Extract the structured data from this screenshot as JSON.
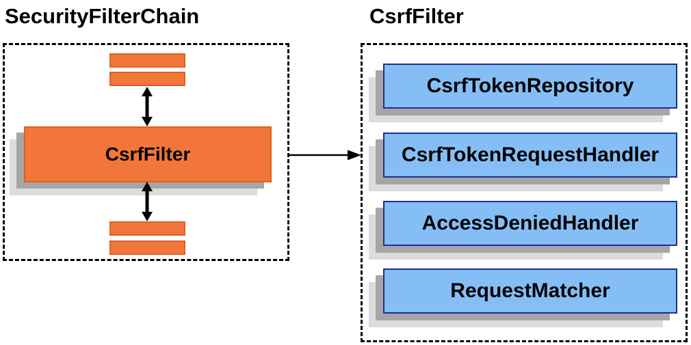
{
  "left_panel": {
    "title": "SecurityFilterChain",
    "filter_box_label": "CsrfFilter",
    "placeholder_bars": [
      "top-bar-1",
      "top-bar-2",
      "bottom-bar-1",
      "bottom-bar-2"
    ]
  },
  "right_panel": {
    "title": "CsrfFilter",
    "components": [
      {
        "label": "CsrfTokenRepository"
      },
      {
        "label": "CsrfTokenRequestHandler"
      },
      {
        "label": "AccessDeniedHandler"
      },
      {
        "label": "RequestMatcher"
      }
    ]
  },
  "connections": {
    "left_to_right_arrow": "CsrfFilter to CsrfFilter components",
    "vertical_double_arrows": 2
  },
  "colors": {
    "orange_fill": "#F2763B",
    "orange_border": "#E05F20",
    "blue_fill": "#85BEF5",
    "blue_border": "#1C2E8E",
    "shadow_dark": "#A6A6A6",
    "shadow_light": "#DCDCDC",
    "arrow": "#000000",
    "dashed_border": "#000000"
  }
}
